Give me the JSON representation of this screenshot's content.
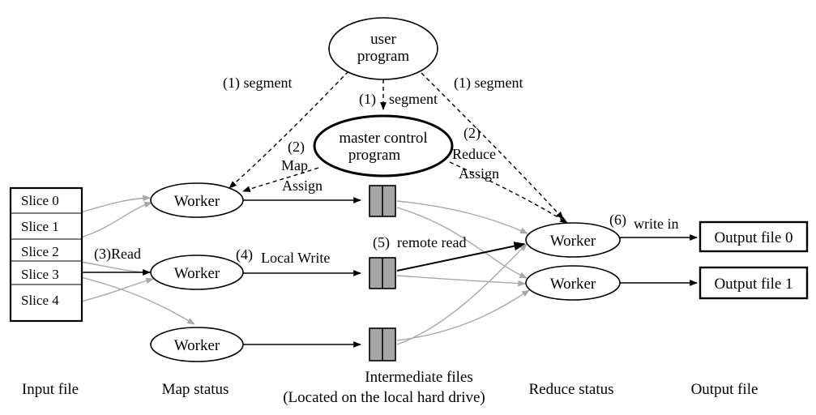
{
  "user_program": {
    "line1": "user",
    "line2": "program"
  },
  "master": {
    "line1": "master control",
    "line2": "program"
  },
  "edges": {
    "segment_left": "(1) segment",
    "segment_center_num": "(1)",
    "segment_center_word": "segment",
    "segment_right": "(1) segment",
    "map_assign_num": "(2)",
    "map_assign_l1": "Map",
    "map_assign_l2": "Assign",
    "reduce_assign_num": "(2)",
    "reduce_assign_l1": "Reduce",
    "reduce_assign_l2": "Assign",
    "read": "(3)Read",
    "local_write_num": "(4)",
    "local_write_text": "Local Write",
    "remote_read_num": "(5)",
    "remote_read_text": "remote read",
    "write_in_num": "(6)",
    "write_in_text": "write in"
  },
  "input_slices": [
    "Slice 0",
    "Slice 1",
    "Slice 2",
    "Slice 3",
    "Slice 4"
  ],
  "map_workers": [
    "Worker",
    "Worker",
    "Worker"
  ],
  "reduce_workers": [
    "Worker",
    "Worker"
  ],
  "outputs": [
    "Output file 0",
    "Output file 1"
  ],
  "captions": {
    "input": "Input file",
    "map": "Map status",
    "intermediate_l1": "Intermediate files",
    "intermediate_l2": "(Located on the local hard drive)",
    "reduce": "Reduce status",
    "output": "Output file"
  },
  "colors": {
    "line": "#000000",
    "gray_line": "#a8a8a8",
    "file_fill": "#a6a6a6"
  }
}
